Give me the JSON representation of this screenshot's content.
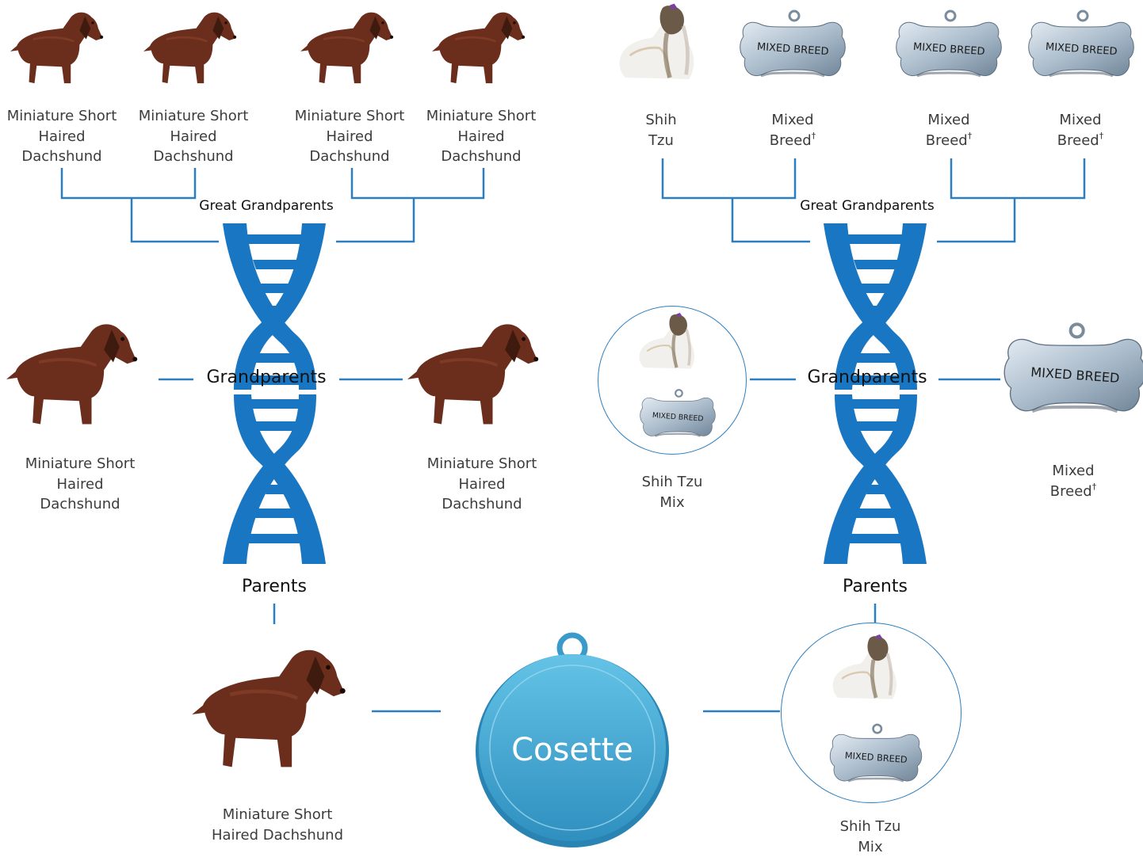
{
  "subject": {
    "name": "Cosette"
  },
  "generations": {
    "great_grandparents": "Great Grandparents",
    "grandparents": "Grandparents",
    "parents": "Parents"
  },
  "badges": {
    "mixed_breed": "MIXED BREED"
  },
  "left": {
    "great_grandparents": [
      {
        "line1": "Miniature Short",
        "line2": "Haired",
        "line3": "Dachshund"
      },
      {
        "line1": "Miniature Short",
        "line2": "Haired",
        "line3": "Dachshund"
      },
      {
        "line1": "Miniature Short",
        "line2": "Haired",
        "line3": "Dachshund"
      },
      {
        "line1": "Miniature Short",
        "line2": "Haired",
        "line3": "Dachshund"
      }
    ],
    "grandparents": [
      {
        "line1": "Miniature Short",
        "line2": "Haired",
        "line3": "Dachshund"
      },
      {
        "line1": "Miniature Short",
        "line2": "Haired",
        "line3": "Dachshund"
      }
    ],
    "parent": {
      "line1": "Miniature Short",
      "line2": "Haired Dachshund"
    }
  },
  "right": {
    "great_grandparents": [
      {
        "line1": "Shih",
        "line2": "Tzu",
        "dagger": ""
      },
      {
        "line1": "Mixed",
        "line2": "Breed",
        "dagger": "†"
      },
      {
        "line1": "Mixed",
        "line2": "Breed",
        "dagger": "†"
      },
      {
        "line1": "Mixed",
        "line2": "Breed",
        "dagger": "†"
      }
    ],
    "grandparents": [
      {
        "line1": "Shih Tzu",
        "line2": "Mix",
        "dagger": ""
      },
      {
        "line1": "Mixed",
        "line2": "Breed",
        "dagger": "†"
      }
    ],
    "parent": {
      "line1": "Shih Tzu",
      "line2": "Mix"
    }
  },
  "icons": {
    "dachshund": "dachshund-icon",
    "shih_tzu": "shih-tzu-icon",
    "bone_tag": "bone-tag-icon",
    "dna": "dna-helix-icon",
    "round_tag": "round-tag-icon"
  },
  "colors": {
    "line": "#2b7fc0",
    "dna": "#1976c2",
    "tag": "#4aa8d6",
    "bone": "#a9b9c7"
  }
}
